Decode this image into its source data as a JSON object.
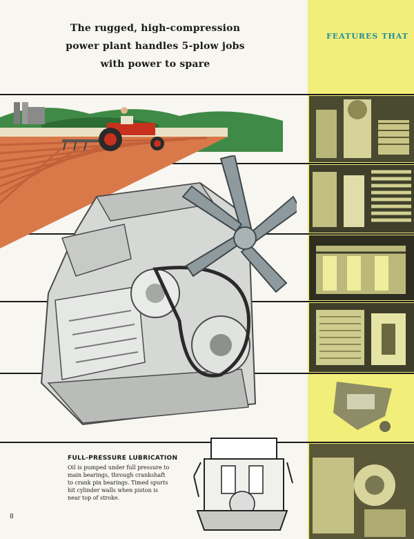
{
  "headline": {
    "line1": "The rugged, high-compression",
    "line2": "power plant handles 5-plow jobs",
    "line3": "with power to spare"
  },
  "sidebar": {
    "label": "FEATURES THAT"
  },
  "caption": {
    "title": "FULL-PRESSURE LUBRICATION",
    "line1": "Oil is pumped under full pressure to",
    "line2": "main bearings, through crankshaft",
    "line3": "to crank pin bearings. Timed spurts",
    "line4": "hit cylinder walls when piston is",
    "line5": "near top of stroke."
  },
  "page_number": "8",
  "colors": {
    "sidebar_yellow": "#f2ee7a",
    "features_teal": "#1f8f9a",
    "tractor_red": "#c8311e",
    "field_orange": "#d9794a"
  }
}
